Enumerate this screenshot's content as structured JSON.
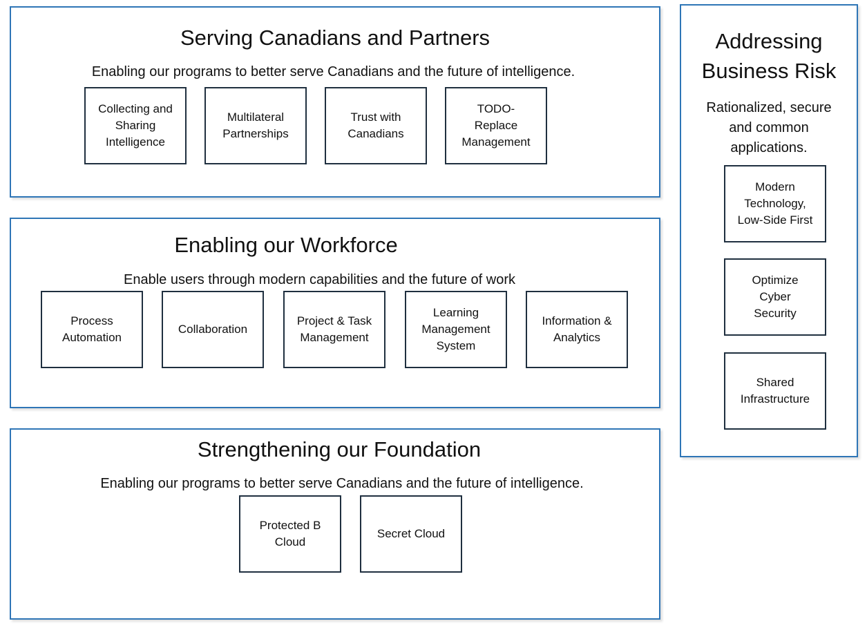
{
  "panels": {
    "serving": {
      "title": "Serving Canadians and Partners",
      "subtitle": "Enabling our programs to better serve Canadians and the future of intelligence.",
      "boxes": [
        "Collecting and\nSharing\nIntelligence",
        "Multilateral\nPartnerships",
        "Trust with\nCanadians",
        "TODO-\nReplace\nManagement"
      ]
    },
    "workforce": {
      "title": "Enabling our Workforce",
      "subtitle": "Enable users through modern capabilities and the future of work",
      "boxes": [
        "Process\nAutomation",
        "Collaboration",
        "Project & Task\nManagement",
        "Learning\nManagement\nSystem",
        "Information &\nAnalytics"
      ]
    },
    "foundation": {
      "title": "Strengthening our Foundation",
      "subtitle": "Enabling our programs to better serve Canadians and the future of intelligence.",
      "boxes": [
        "Protected B\nCloud",
        "Secret Cloud"
      ]
    },
    "risk": {
      "title": "Addressing\nBusiness Risk",
      "subtitle": "Rationalized, secure\nand common\napplications.",
      "boxes": [
        "Modern\nTechnology,\nLow-Side First",
        "Optimize\nCyber\nSecurity",
        "Shared\nInfrastructure"
      ]
    }
  },
  "colors": {
    "panel_border": "#2e75b6",
    "box_border": "#1f2f3f"
  }
}
